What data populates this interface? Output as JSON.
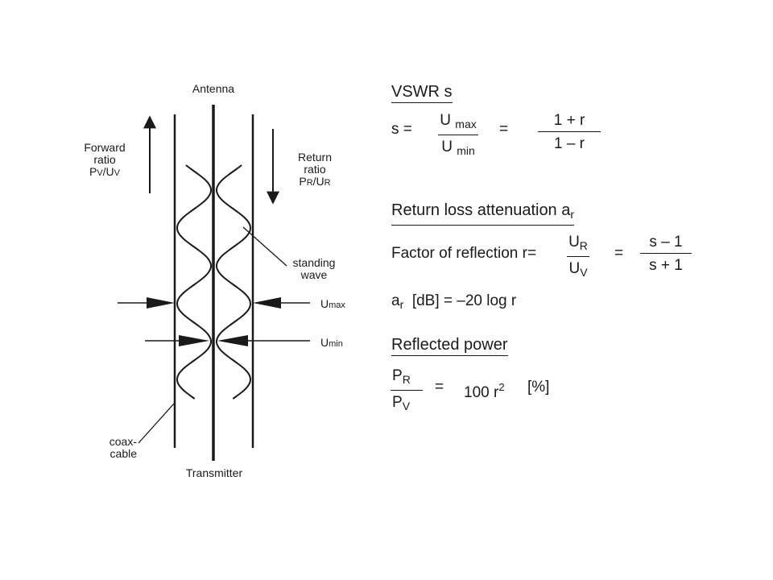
{
  "diagram": {
    "antenna_label": "Antenna",
    "transmitter_label": "Transmitter",
    "forward": {
      "line1": "Forward",
      "line2": "ratio",
      "line3_main1": "P",
      "line3_sub1": "V",
      "line3_sep": "/U",
      "line3_sub2": "V"
    },
    "return": {
      "line1": "Return",
      "line2": "ratio",
      "line3_main1": "P",
      "line3_sub1": "R",
      "line3_sep": "/U",
      "line3_sub2": "R"
    },
    "standing_wave": {
      "line1": "standing",
      "line2": "wave"
    },
    "umax": {
      "main": "U",
      "sub": "max"
    },
    "umin": {
      "main": "U",
      "sub": "min"
    },
    "coax": {
      "line1": "coax-",
      "line2": "cable"
    }
  },
  "formulas": {
    "vswr": {
      "heading": "VSWR s",
      "lhs": "s =",
      "num1_main": "U",
      "num1_sub": "max",
      "den1_main": "U",
      "den1_sub": "min",
      "eq": "=",
      "num2": "1 + r",
      "den2": "1 – r"
    },
    "return_loss": {
      "heading_main": "Return loss attenuation a",
      "heading_sub": "r",
      "factor_label": "Factor of reflection r=",
      "num1_main": "U",
      "num1_sub": "R",
      "den1_main": "U",
      "den1_sub": "V",
      "eq": "=",
      "num2": "s – 1",
      "den2": "s + 1",
      "ar_main": "a",
      "ar_sub": "r",
      "ar_rest": "[dB]  =  –20 log r"
    },
    "reflected_power": {
      "heading": "Reflected power",
      "num_main": "P",
      "num_sub": "R",
      "den_main": "P",
      "den_sub": "V",
      "eq": "=",
      "value": "100 r",
      "exp": "2",
      "unit": "[%]"
    }
  }
}
